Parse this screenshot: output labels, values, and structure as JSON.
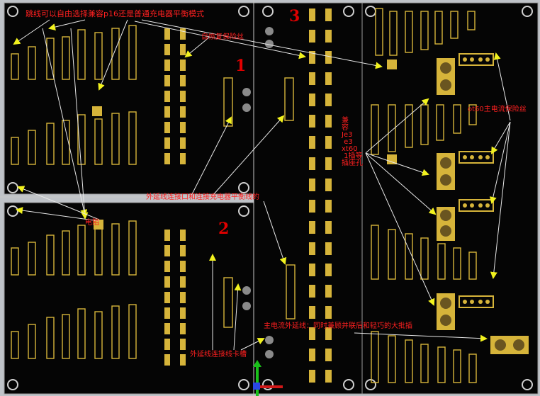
{
  "annotations": {
    "jumper_note": "跳线可以自由选择兼容p16还是普通充电器平衡模式",
    "self_recovery_fuse": "自恢复保险丝",
    "external_connector_port": "外延线连接口和连接充电器平衡线的",
    "external_clip_slot": "外延线连接线卡槽",
    "compat_ports": "兼\n容\nJe3\n e3\nxt60\n 1插等\n插座孔",
    "main_current_fuse": "ot60主电流保险丝",
    "main_current_extension": "主电流外延线：同时兼顾并联后和轻巧的大批插",
    "resistor_label": "电阻"
  },
  "section_numbers": [
    "1",
    "2",
    "3"
  ],
  "colors": {
    "board": "#050505",
    "frame": "#bfc3c8",
    "pad_gold": "#d6b43a",
    "annotation_red": "#ff2020",
    "arrow": "#e8e8e8",
    "arrow_head": "#f2f21e"
  }
}
